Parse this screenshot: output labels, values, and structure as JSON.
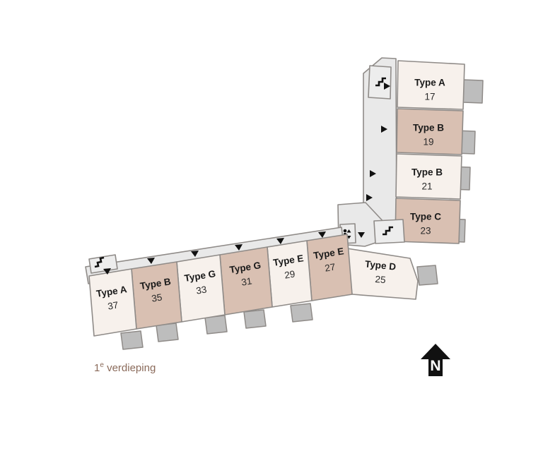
{
  "plan": {
    "caption_prefix": "1",
    "caption_sup": "e",
    "caption_suffix": " verdieping",
    "caption_full": "1e verdieping",
    "north_letter": "N",
    "colors": {
      "unit_light": "#f7f1ec",
      "unit_dark": "#d9c0b2",
      "corridor": "#e9e9e9",
      "balcony": "#bdbdbd",
      "outline": "#8f8b88",
      "caption": "#8a6a5a",
      "text": "#1a1a1a"
    },
    "wings": {
      "north_wing_label": "north-wing",
      "west_wing_label": "west-wing"
    },
    "units": [
      {
        "type": "Type A",
        "number": "17",
        "fill": "light",
        "wing": "north"
      },
      {
        "type": "Type B",
        "number": "19",
        "fill": "dark",
        "wing": "north"
      },
      {
        "type": "Type B",
        "number": "21",
        "fill": "light",
        "wing": "north"
      },
      {
        "type": "Type C",
        "number": "23",
        "fill": "dark",
        "wing": "north"
      },
      {
        "type": "Type D",
        "number": "25",
        "fill": "light",
        "wing": "corner"
      },
      {
        "type": "Type E",
        "number": "27",
        "fill": "dark",
        "wing": "west"
      },
      {
        "type": "Type E",
        "number": "29",
        "fill": "light",
        "wing": "west"
      },
      {
        "type": "Type G",
        "number": "31",
        "fill": "dark",
        "wing": "west"
      },
      {
        "type": "Type G",
        "number": "33",
        "fill": "light",
        "wing": "west"
      },
      {
        "type": "Type B",
        "number": "35",
        "fill": "dark",
        "wing": "west"
      },
      {
        "type": "Type A",
        "number": "37",
        "fill": "light",
        "wing": "west"
      }
    ],
    "icons": {
      "stairs_north": "stairs-icon",
      "stairs_corner": "stairs-icon",
      "stairs_west": "stairs-icon",
      "elevator": "elevator-icon",
      "entrance_arrow": "entrance-arrow-icon",
      "north": "north-arrow-icon"
    },
    "counts": {
      "units": 11,
      "balconies": 10,
      "stairs": 3,
      "elevators": 1
    }
  }
}
